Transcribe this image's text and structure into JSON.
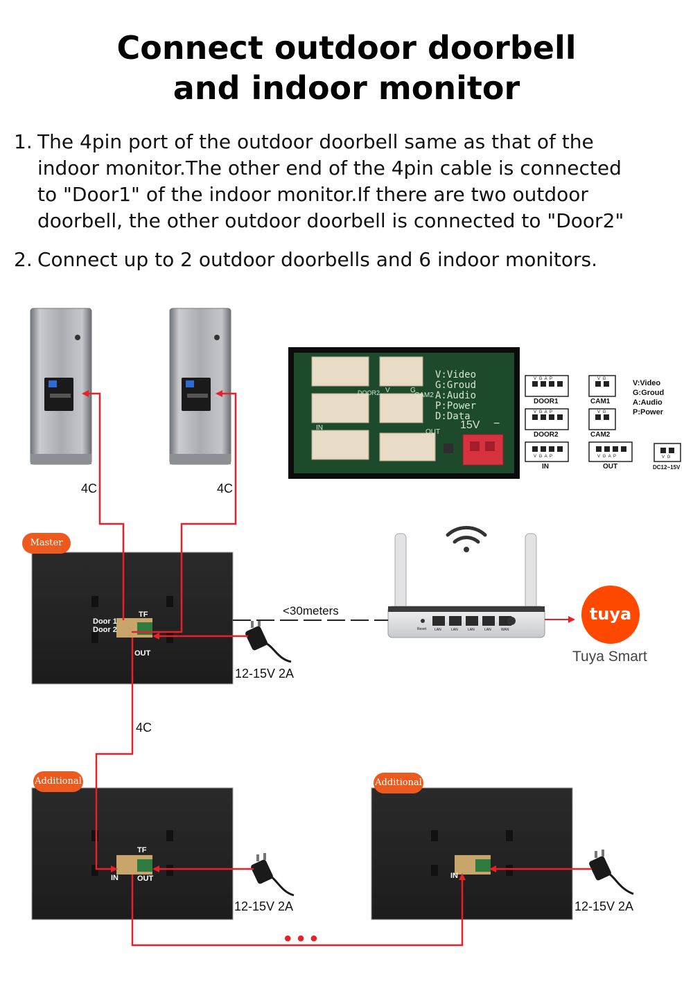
{
  "title": {
    "line1": "Connect outdoor doorbell",
    "line2": "and indoor monitor"
  },
  "instructions": [
    {
      "number": "1.",
      "lines": [
        "The 4pin port of the outdoor doorbell same as that of the",
        "indoor monitor.The other end of the 4pin cable is connected",
        "to \"Door1\" of the indoor monitor.If there are two outdoor",
        "doorbell, the other outdoor doorbell is connected to  \"Door2\""
      ]
    },
    {
      "number": "2.",
      "lines": [
        "Connect up to 2 outdoor doorbells and 6 indoor monitors."
      ]
    }
  ],
  "board": {
    "silk_legend": [
      "V:Video",
      "G:Groud",
      "A:Audio",
      "P:Power",
      "D:Data"
    ],
    "silk_door2": "DOOR2",
    "silk_v": "V",
    "silk_g": "G",
    "silk_cam2": "CAM2",
    "silk_out": "OUT",
    "silk_in": "IN",
    "silk_15v": "15V",
    "silk_minus": "−"
  },
  "connectors": {
    "door1": "DOOR1",
    "cam1": "CAM1",
    "door2": "DOOR2",
    "cam2": "CAM2",
    "in": "IN",
    "out": "OUT",
    "dc": "DC12~15V",
    "pins_vgap": "V G A P",
    "pins_vg": "V G",
    "legend": [
      "V:Video",
      "G:Groud",
      "A:Audio",
      "P:Power"
    ]
  },
  "cables": {
    "doorbell1": "4C",
    "doorbell2": "4C",
    "master_to_additional": "4C"
  },
  "master": {
    "badge": "Master",
    "door1": "Door 1",
    "door2": "Door 2",
    "tf": "TF",
    "out": "OUT",
    "power": "12-15V 2A"
  },
  "additional_left": {
    "badge": "Additional",
    "tf": "TF",
    "in": "IN",
    "out": "OUT",
    "power": "12-15V 2A"
  },
  "additional_right": {
    "badge": "Additional",
    "in": "IN",
    "power": "12-15V 2A"
  },
  "router": {
    "distance": "<30meters",
    "reset": "Reset",
    "port_labels": [
      "LAN",
      "LAN",
      "LAN",
      "LAN",
      "WAN"
    ]
  },
  "tuya": {
    "logo_text": "tuya",
    "caption": "Tuya Smart"
  },
  "more_indicator": "•  •  •",
  "colors": {
    "wire": "#e8202a",
    "tuya": "#ff4800",
    "badge": "#ee5a1e",
    "board": "#1c4a2a"
  }
}
